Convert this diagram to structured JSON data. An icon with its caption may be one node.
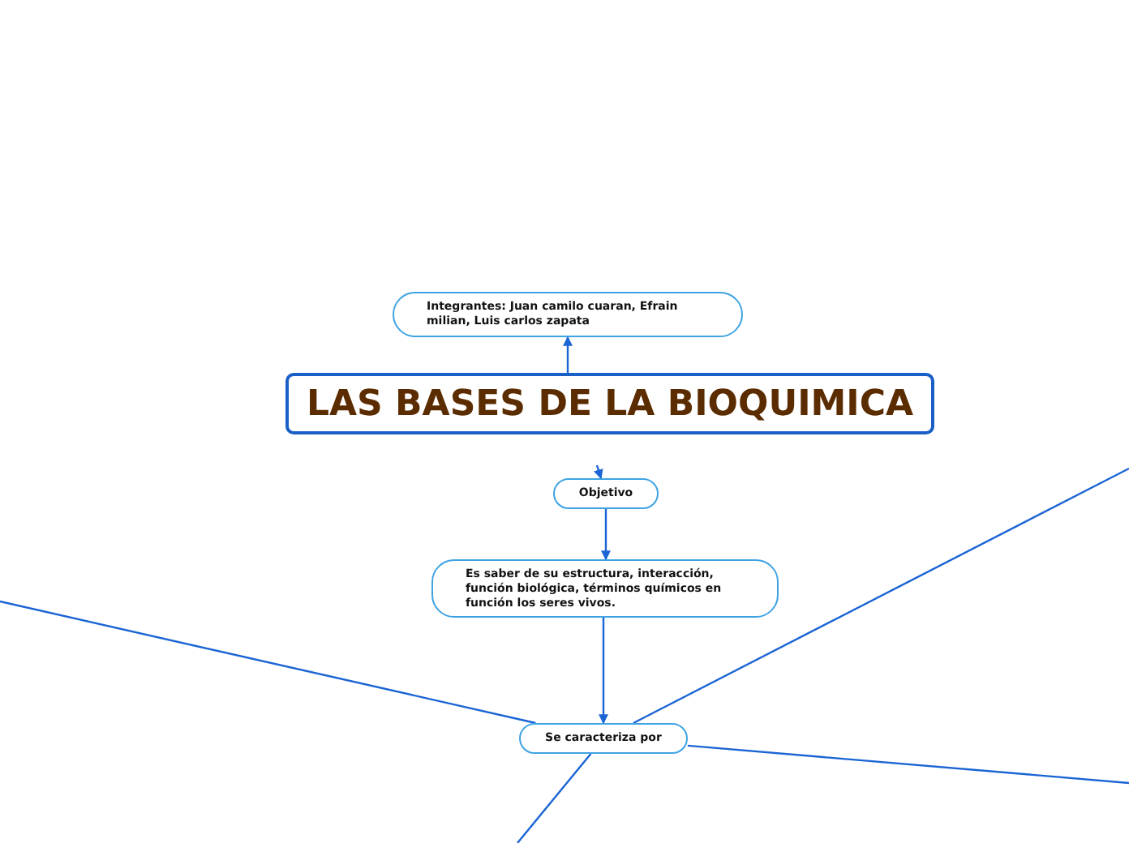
{
  "diagram": {
    "nodes": [
      {
        "text": [
          "LAS BASES DE LA BIOQUIMICA"
        ]
      },
      {
        "text": [
          "Integrantes: Juan camilo cuaran, Efrain milian, Luis carlos zapata"
        ]
      },
      {
        "text": [
          "Objetivo"
        ]
      },
      {
        "text": [
          "Es saber de su estructura, interacción, función biológica, términos químicos en función los seres vivos."
        ]
      },
      {
        "text": [
          "Se caracteriza por"
        ]
      }
    ],
    "edges": [
      {
        "from": 0,
        "to": 1,
        "arrow": "to"
      },
      {
        "from": null,
        "to": 2,
        "arrow": "to"
      },
      {
        "from": 2,
        "to": 3,
        "arrow": "to"
      },
      {
        "from": 3,
        "to": 4,
        "arrow": "to"
      },
      {
        "from": 4,
        "to": null,
        "arrow": "none"
      },
      {
        "from": 4,
        "to": null,
        "arrow": "none"
      },
      {
        "from": 4,
        "to": null,
        "arrow": "none"
      },
      {
        "from": 4,
        "to": null,
        "arrow": "none"
      }
    ]
  }
}
